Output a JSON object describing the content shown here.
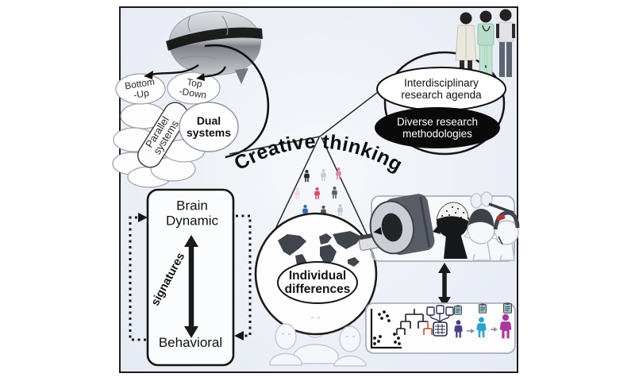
{
  "figure_title": "Creative thinking",
  "brain_cluster": {
    "bottom_up_line1": "Bottom",
    "bottom_up_line2": "-Up",
    "top_down_line1": "Top",
    "top_down_line2": "-Down",
    "parallel_line1": "Parallel",
    "parallel_line2": "systems",
    "dual_line1": "Dual",
    "dual_line2": "systems"
  },
  "research_cluster": {
    "interdisciplinary_line1": "Interdisciplinary",
    "interdisciplinary_line2": "research agenda",
    "diverse_line1": "Diverse research",
    "diverse_line2": "methodologies"
  },
  "signature_box": {
    "top_line1": "Brain",
    "top_line2": "Dynamic",
    "rotated_label": "signatures",
    "bottom_label": "Behavioral"
  },
  "individual_cluster": {
    "line1": "Individual",
    "line2": "differences"
  },
  "icons": {
    "brain": "brain-icon",
    "researchers": "three-researchers-icon",
    "population_grid": "population-people-grid-icon",
    "world_map": "world-map-icon",
    "faces": "sketched-faces-icon",
    "mri": "mri-scanner-icon",
    "eeg": "eeg-cap-head-icon",
    "tms": "tms-coil-head-icon",
    "tdcs": "tdcs-headset-icon",
    "scatter": "scatter-plot-icon",
    "dendrogram": "cluster-dendrogram-icon",
    "data_flow": "documents-to-table-icon",
    "clipboards": "assessment-clipboard-icon",
    "growth": "growing-person-icon",
    "double_arrow": "double-headed-arrow-icon",
    "dashed_cycle": "dashed-feedback-loop"
  },
  "colors": {
    "panel_background": "#eef1f7",
    "ink": "#1a1a1a",
    "accent_red": "#c0532f",
    "electrode_red": "#b23430",
    "lab_coat": "#eae8dd",
    "scrubs_green": "#b7ddc8",
    "jeans_gray": "#5d6572",
    "clipboard_teal": "#8fb6bd",
    "population_grid": [
      "#2b2b2b",
      "#c9ced4",
      "#d98ca0",
      "#f3dade",
      "#d44f6e",
      "#5a5f66",
      "#3667b0",
      "#52565c",
      "#c4c9cf"
    ],
    "growth_persons": [
      "#4a3f86",
      "#2fa3cf",
      "#a8399e"
    ]
  }
}
